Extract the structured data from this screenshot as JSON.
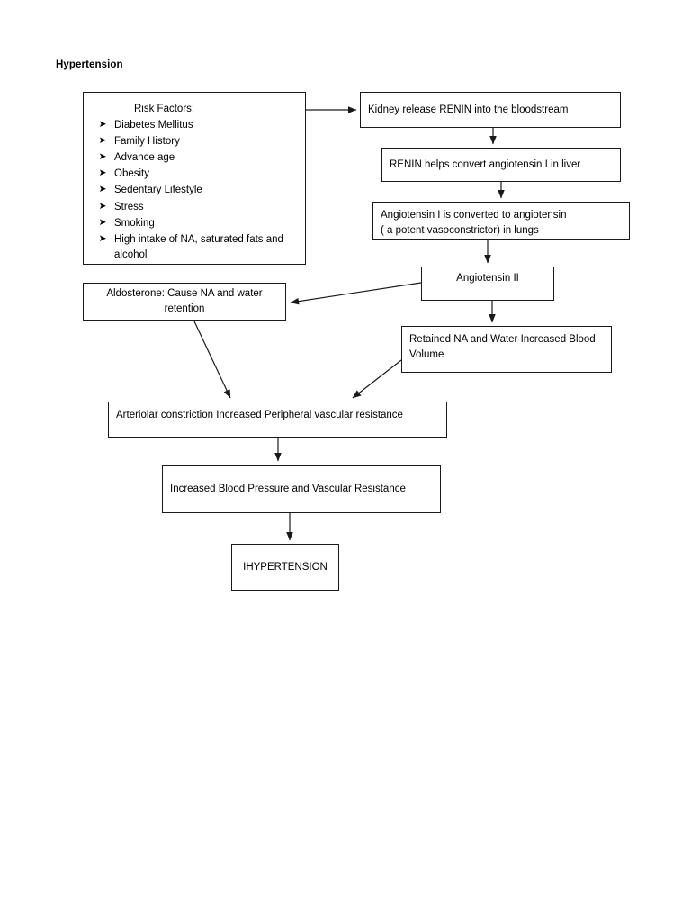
{
  "page": {
    "title": "Hypertension",
    "background": "#ffffff",
    "ink": "#1a1a1a"
  },
  "risk_factors": {
    "heading": "Risk Factors:",
    "bullet_glyph": "➤",
    "items": [
      "Diabetes Mellitus",
      "Family History",
      "Advance age",
      "Obesity",
      "Sedentary Lifestyle",
      "Stress",
      "Smoking",
      "High intake of NA, saturated fats and alcohol"
    ]
  },
  "nodes": {
    "kidney_renin": "Kidney release RENIN into the bloodstream",
    "renin_convert": "RENIN helps convert angiotensin I in liver",
    "angiotensin_one": "Angiotensin I is converted to angiotensin\n( a potent vasoconstrictor) in lungs",
    "angiotensin_two": "Angiotensin II",
    "retained_na": "Retained NA and Water Increased Blood Volume",
    "aldosterone": "Aldosterone: Cause NA and water retention",
    "arteriolar": "Arteriolar constriction Increased Peripheral vascular resistance",
    "increased_bp": "Increased Blood Pressure and Vascular Resistance",
    "hypertension_final": "IHYPERTENSION"
  },
  "edges": [
    {
      "name": "risk-factors-to-kidney",
      "from": "risk_factors",
      "to": "kidney_renin"
    },
    {
      "name": "kidney-to-renin-convert",
      "from": "kidney_renin",
      "to": "renin_convert"
    },
    {
      "name": "renin-convert-to-angiotensin-one",
      "from": "renin_convert",
      "to": "angiotensin_one"
    },
    {
      "name": "angiotensin-one-to-angiotensin-two",
      "from": "angiotensin_one",
      "to": "angiotensin_two"
    },
    {
      "name": "angiotensin-two-to-aldosterone",
      "from": "angiotensin_two",
      "to": "aldosterone"
    },
    {
      "name": "angiotensin-two-to-retained-na",
      "from": "angiotensin_two",
      "to": "retained_na"
    },
    {
      "name": "aldosterone-to-arteriolar",
      "from": "aldosterone",
      "to": "arteriolar"
    },
    {
      "name": "retained-na-to-arteriolar",
      "from": "retained_na",
      "to": "arteriolar"
    },
    {
      "name": "arteriolar-to-increased-bp",
      "from": "arteriolar",
      "to": "increased_bp"
    },
    {
      "name": "increased-bp-to-hypertension",
      "from": "increased_bp",
      "to": "hypertension_final"
    }
  ]
}
